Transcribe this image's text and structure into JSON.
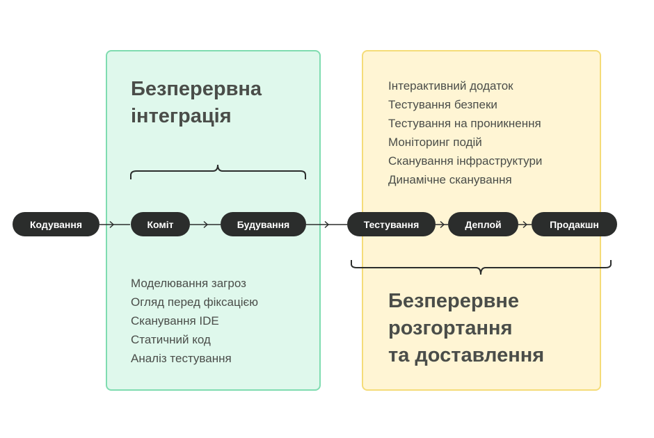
{
  "ci": {
    "title_lines": [
      "Безперервна",
      "інтеграція"
    ],
    "practices": [
      "Моделювання загроз",
      "Огляд перед фіксацією",
      "Сканування IDE",
      "Статичний код",
      "Аналіз тестування"
    ]
  },
  "cd": {
    "title_lines": [
      "Безперервне",
      "розгортання",
      "та доставлення"
    ],
    "practices": [
      "Інтерактивний додаток",
      "Тестування безпеки",
      "Тестування на проникнення",
      "Моніторинг подій",
      "Сканування інфраструктури",
      "Динамічне сканування"
    ]
  },
  "stages": [
    "Кодування",
    "Коміт",
    "Будування",
    "Тестування",
    "Деплой",
    "Продакшн"
  ],
  "colors": {
    "ci_fill": "#dff8ec",
    "ci_border": "#7fdcb0",
    "cd_fill": "#fff5d4",
    "cd_border": "#f5dc78",
    "pill": "#2b2d2c",
    "text": "#4a4d49"
  }
}
